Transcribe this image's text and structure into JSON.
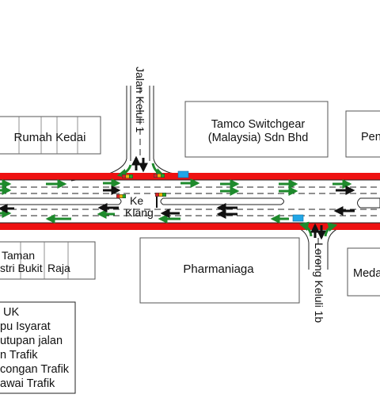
{
  "labels": {
    "jalan_keluli_1": "Jalan Keluli 1",
    "lorong_keluli_1b": "Lorong Keluli 1b",
    "ke_klang_line1": "Ke",
    "ke_klang_line2": "Klang"
  },
  "buildings": {
    "rumah_kedai": "Rumah Kedai",
    "tamco_line1": "Tamco Switchgear",
    "tamco_line2": "(Malaysia) Sdn Bhd",
    "pen_partial": "Pen",
    "taman_line1": "Taman",
    "taman_line2": "stri Bukit",
    "taman_raja": "Raja",
    "pharmaniaga": "Pharmaniaga",
    "meda_partial": "Meda"
  },
  "legend": {
    "title": "UK",
    "items": [
      "pu Isyarat",
      "utupan jalan",
      "n Trafik",
      "congan Trafik",
      "awai Trafik"
    ]
  },
  "colors": {
    "road_barrier": "#ee1111",
    "arrow_green": "#1e8a2c",
    "arrow_black": "#111111",
    "signal_red": "#dd2222",
    "signal_amber": "#f0b000",
    "signal_green": "#22aa22",
    "officer_blue": "#22a6e6"
  }
}
